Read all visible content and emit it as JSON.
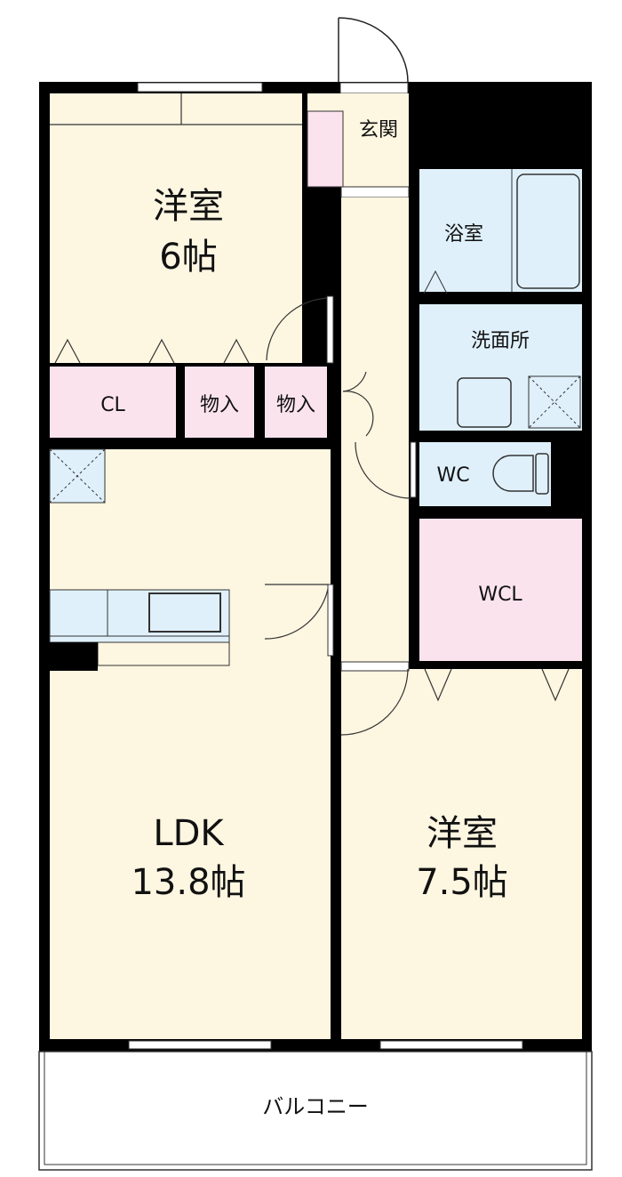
{
  "floorplan": {
    "rooms": {
      "western_room_1": {
        "name": "洋室",
        "size": "6帖"
      },
      "entrance": {
        "name": "玄関"
      },
      "bathroom": {
        "name": "浴室"
      },
      "washroom": {
        "name": "洗面所"
      },
      "closet": {
        "name": "CL"
      },
      "storage_1": {
        "name": "物入"
      },
      "storage_2": {
        "name": "物入"
      },
      "toilet": {
        "name": "WC"
      },
      "walk_in_closet": {
        "name": "WCL"
      },
      "ldk": {
        "name": "LDK",
        "size": "13.8帖"
      },
      "western_room_2": {
        "name": "洋室",
        "size": "7.5帖"
      },
      "balcony": {
        "name": "バルコニー"
      }
    },
    "colors": {
      "room": "#fdf6e1",
      "storage": "#fbe3ee",
      "wet": "#dff0fb",
      "wall": "#000000"
    }
  }
}
